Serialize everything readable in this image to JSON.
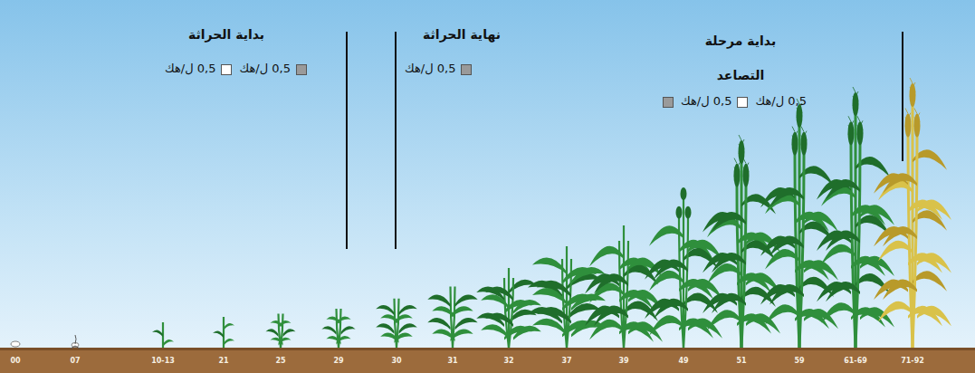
{
  "diagram": {
    "labels": [
      "بداية الحراثة",
      "0,5 ل/هك",
      "0,5 ل/هك",
      "نهاية الحراثة",
      "0,5 ل/هك",
      "بداية مرحلة التصاعد",
      "0,5 ل/هك",
      "0,5 ل/هك",
      "00",
      "07",
      "10-13",
      "21",
      "25",
      "29",
      "30",
      "31",
      "32",
      "37",
      "39",
      "49",
      "51",
      "59",
      "61-69",
      "71-92"
    ]
  }
}
